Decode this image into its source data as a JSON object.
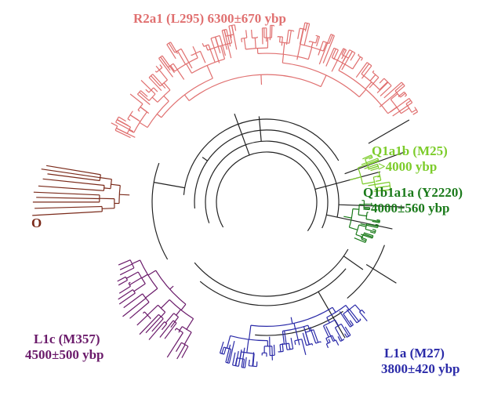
{
  "clades": {
    "r2a1": {
      "line1": "R2a1 (L295) 6300±670 ybp",
      "color": "#e07070"
    },
    "q1a1b": {
      "line1": "Q1a1b (M25)",
      "line2": ">4000 ybp",
      "color": "#7ccc2a"
    },
    "q1b1a1a": {
      "line1": "Q1b1a1a (Y2220)",
      "line2": "4000±560 ybp",
      "color": "#1a7a1a"
    },
    "o": {
      "line1": "O",
      "color": "#7a2a1a"
    },
    "l1c": {
      "line1": "L1c (M357)",
      "line2": "4500±500 ybp",
      "color": "#6a1a6a"
    },
    "l1a": {
      "line1": "L1a (M27)",
      "line2": "3800±420 ybp",
      "color": "#2a2aa8"
    }
  },
  "backbone_color": "#222222"
}
